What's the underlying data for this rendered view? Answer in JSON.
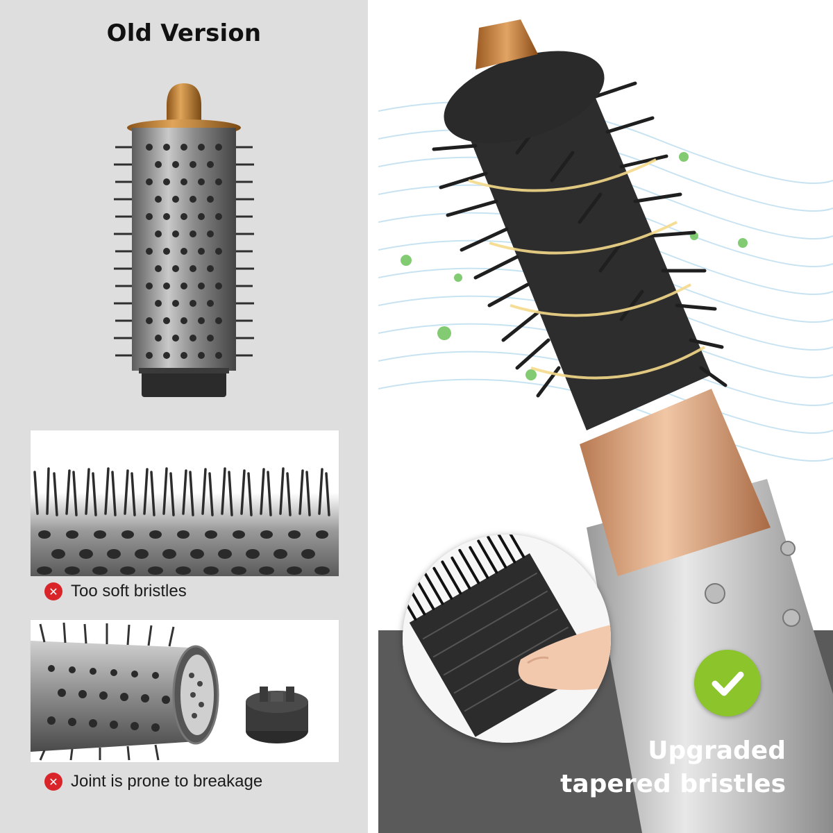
{
  "left": {
    "title": "Old Version",
    "issues": [
      {
        "text": "Too soft bristles",
        "icon": "x-mark-icon"
      },
      {
        "text": "Joint is prone to breakage",
        "icon": "x-mark-icon"
      }
    ]
  },
  "right": {
    "headline_line1": "Upgraded",
    "headline_line2": "tapered bristles",
    "badge_icon": "check-icon"
  },
  "colors": {
    "left_background": "#dedede",
    "dark_band": "#5a5a5a",
    "check_green": "#8bc42b",
    "x_red": "#d9252a",
    "copper": "#c9884a"
  }
}
